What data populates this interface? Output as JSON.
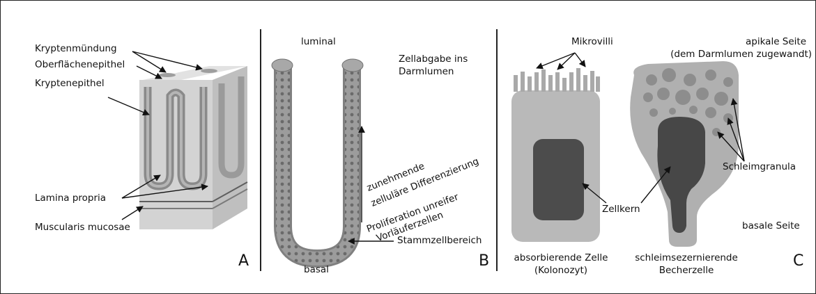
{
  "panels": {
    "a": {
      "letter": "A",
      "labels": {
        "kryptenmuendung": "Kryptenmündung",
        "oberflaechenepithel": "Oberflächenepithel",
        "kryptenepithel": "Kryptenepithel",
        "lamina_propria": "Lamina propria",
        "muscularis_mucosae": "Muscularis mucosae"
      }
    },
    "b": {
      "letter": "B",
      "labels": {
        "luminal": "luminal",
        "zellabgabe_line1": "Zellabgabe ins",
        "zellabgabe_line2": "Darmlumen",
        "differenzierung_line1": "zunehmende",
        "differenzierung_line2": "zelluläre Differenzierung",
        "proliferation_line1": "Proliferation unreifer",
        "proliferation_line2": "Vorläuferzellen",
        "stammzellbereich": "Stammzellbereich",
        "basal": "basal"
      }
    },
    "c": {
      "letter": "C",
      "labels": {
        "mikrovilli": "Mikrovilli",
        "apikale_line1": "apikale Seite",
        "apikale_line2": "(dem Darmlumen zugewandt)",
        "schleimgranula": "Schleimgranula",
        "zellkern": "Zellkern",
        "basale_seite": "basale Seite",
        "absorbierende_line1": "absorbierende Zelle",
        "absorbierende_line2": "(Kolonozyt)",
        "schleim_line1": "schleimsezernierende",
        "schleim_line2": "Becherzelle"
      }
    }
  },
  "colors": {
    "tissue_light": "#d4d4d4",
    "tissue_mid": "#a9a9a9",
    "tissue_dark": "#6f6f6f",
    "nucleus": "#4a4a4a",
    "text": "#111111"
  }
}
